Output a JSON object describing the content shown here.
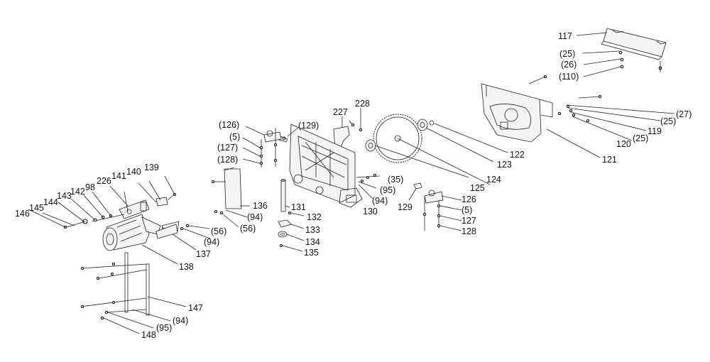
{
  "callouts": {
    "c117": "117",
    "c25a": "(25)",
    "c26": "(26)",
    "c110": "(110)",
    "c27": "(27)",
    "c25b": "(25)",
    "c119": "119",
    "c25c": "(25)",
    "c120": "120",
    "c121": "121",
    "c122": "122",
    "c123": "123",
    "c124": "124",
    "c125": "125",
    "c228": "228",
    "c227": "227",
    "c129a": "(129)",
    "c126a": "(126)",
    "c5a": "(5)",
    "c127a": "(127)",
    "c128a": "(128)",
    "c35": "(35)",
    "c95a": "(95)",
    "c94a": "(94)",
    "c130": "130",
    "c129b": "129",
    "c126b": "126",
    "c5b": "(5)",
    "c127b": "127",
    "c128b": "128",
    "c136": "136",
    "c94b": "(94)",
    "c56a": "(56)",
    "c131": "131",
    "c132": "132",
    "c133": "133",
    "c134": "134",
    "c135": "135",
    "c139": "139",
    "c140": "140",
    "c141": "141",
    "c226": "226",
    "c98": "98",
    "c142": "142",
    "c143": "143",
    "c144": "144",
    "c145": "145",
    "c146": "146",
    "c56b": "(56)",
    "c94c": "(94)",
    "c137": "137",
    "c138": "138",
    "c147": "147",
    "c94d": "(94)",
    "c95b": "(95)",
    "c148": "148"
  }
}
